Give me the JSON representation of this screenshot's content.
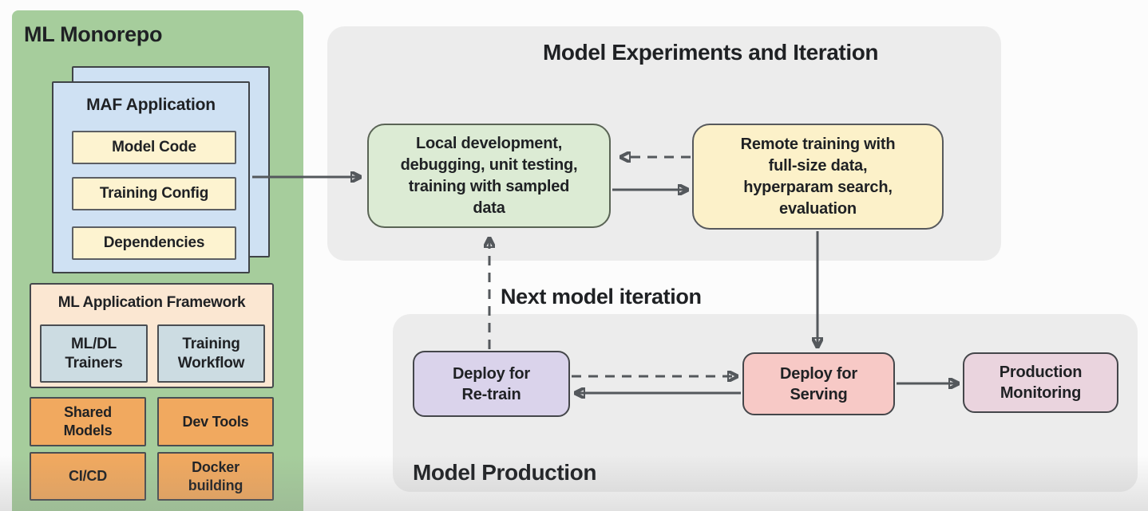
{
  "colors": {
    "panel-green": "#a6cd9c",
    "card-blue": "#cfe1f3",
    "box-yellow": "#fdf3d0",
    "box-peach": "#fbe7d2",
    "box-steel": "#ccdce2",
    "box-orange": "#f1a95f",
    "panel-gray": "#ececec",
    "flow-green": "#dcebd4",
    "flow-yellow": "#fcf1c9",
    "box-purple": "#dad3eb",
    "box-pink": "#f7c9c6",
    "box-mauve": "#ead4de",
    "arrow-gray": "#54585c",
    "text-dark": "#1f2124"
  },
  "monorepo": {
    "title": "ML Monorepo",
    "maf_card": {
      "title": "MAF Application",
      "items": [
        {
          "label": "Model Code"
        },
        {
          "label": "Training Config"
        },
        {
          "label": "Dependencies"
        }
      ]
    },
    "framework": {
      "title": "ML Application Framework",
      "items": [
        {
          "label": "ML/DL\nTrainers"
        },
        {
          "label": "Training\nWorkflow"
        }
      ]
    },
    "tools": [
      {
        "label": "Shared\nModels"
      },
      {
        "label": "Dev Tools"
      },
      {
        "label": "CI/CD"
      },
      {
        "label": "Docker\nbuilding"
      }
    ]
  },
  "experiments": {
    "title": "Model Experiments and Iteration",
    "local_box": "Local development,\ndebugging, unit testing,\ntraining with sampled\ndata",
    "remote_box": "Remote training with\nfull-size data,\nhyperparam search,\nevaluation"
  },
  "production": {
    "title": "Model Production",
    "retrain_box": "Deploy for\nRe-train",
    "serving_box": "Deploy for\nServing",
    "monitoring_box": "Production\nMonitoring"
  },
  "annotations": {
    "next_iteration": "Next model iteration"
  }
}
